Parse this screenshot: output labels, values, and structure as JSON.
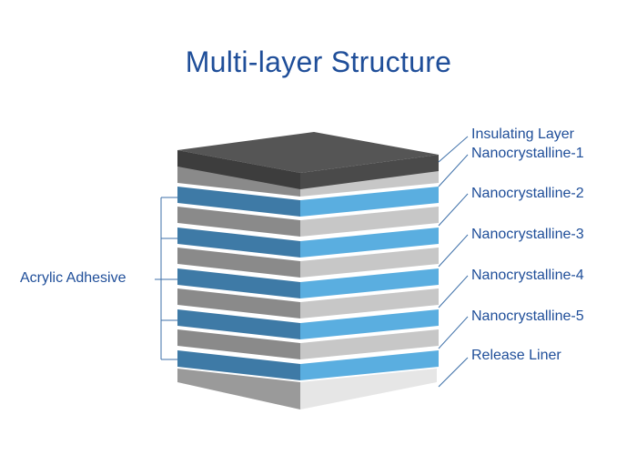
{
  "title": "Multi-layer Structure",
  "left_label": "Acrylic Adhesive",
  "labels": [
    "Insulating Layer",
    "Nanocrystalline-1",
    "Nanocrystalline-2",
    "Nanocrystalline-3",
    "Nanocrystalline-4",
    "Nanocrystalline-5",
    "Release Liner"
  ],
  "colors": {
    "title": "#1f4e99",
    "label": "#1f4e99",
    "leader_line": "#3d6fa8",
    "insulating_top": "#555555",
    "insulating_left": "#3d3d3d",
    "insulating_right": "#4a4a4a",
    "nano_left": "#8a8a8a",
    "nano_right": "#c7c7c7",
    "adhesive_left": "#3e7aa6",
    "adhesive_right": "#5aaee0",
    "liner_left": "#9a9a9a",
    "liner_right": "#e6e6e6"
  }
}
